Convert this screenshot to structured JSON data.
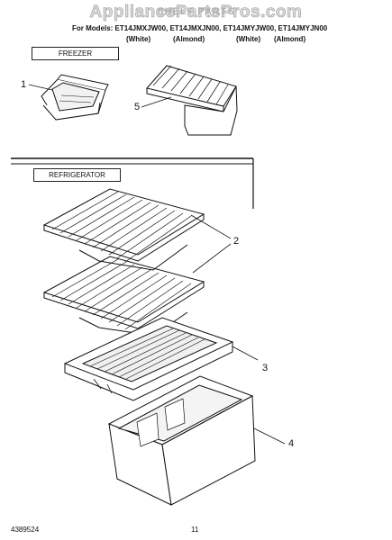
{
  "header": {
    "watermark": "AppliancePartsPros.com",
    "title": "SHELF PARTS",
    "models_line": "For Models: ET14JMXJW00, ET14JMXJN00, ET14JMYJW00, ET14JMYJN00",
    "colors": [
      "(White)",
      "(Almond)",
      "(White)",
      "(Almond)"
    ]
  },
  "sections": {
    "freezer": "FREEZER",
    "refrigerator": "REFRIGERATOR"
  },
  "callouts": [
    "1",
    "5",
    "2",
    "3",
    "4"
  ],
  "footer": {
    "part_number": "4389524",
    "page_number": "11"
  }
}
